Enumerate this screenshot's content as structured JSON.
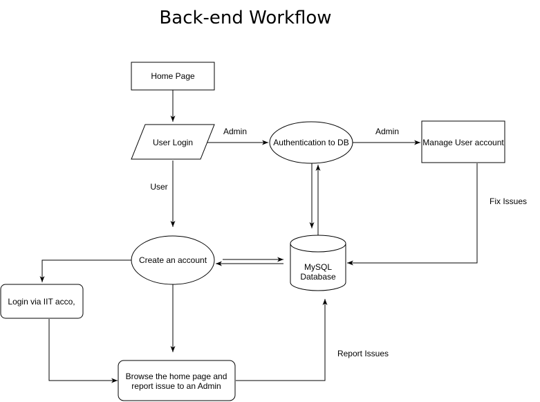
{
  "title": "Back-end Workflow",
  "nodes": {
    "home_page": "Home Page",
    "user_login": "User Login",
    "authentication": "Authentication to DB",
    "manage_user": "Manage User account",
    "create_account": "Create an account",
    "mysql_line1": "MySQL",
    "mysql_line2": "Database",
    "login_iit": "Login via IIT acco,",
    "browse_line1": "Browse the home page and",
    "browse_line2": "report issue to an Admin"
  },
  "edge_labels": {
    "admin_1": "Admin",
    "admin_2": "Admin",
    "user": "User",
    "fix_issues": "Fix Issues",
    "report_issues": "Report Issues"
  }
}
